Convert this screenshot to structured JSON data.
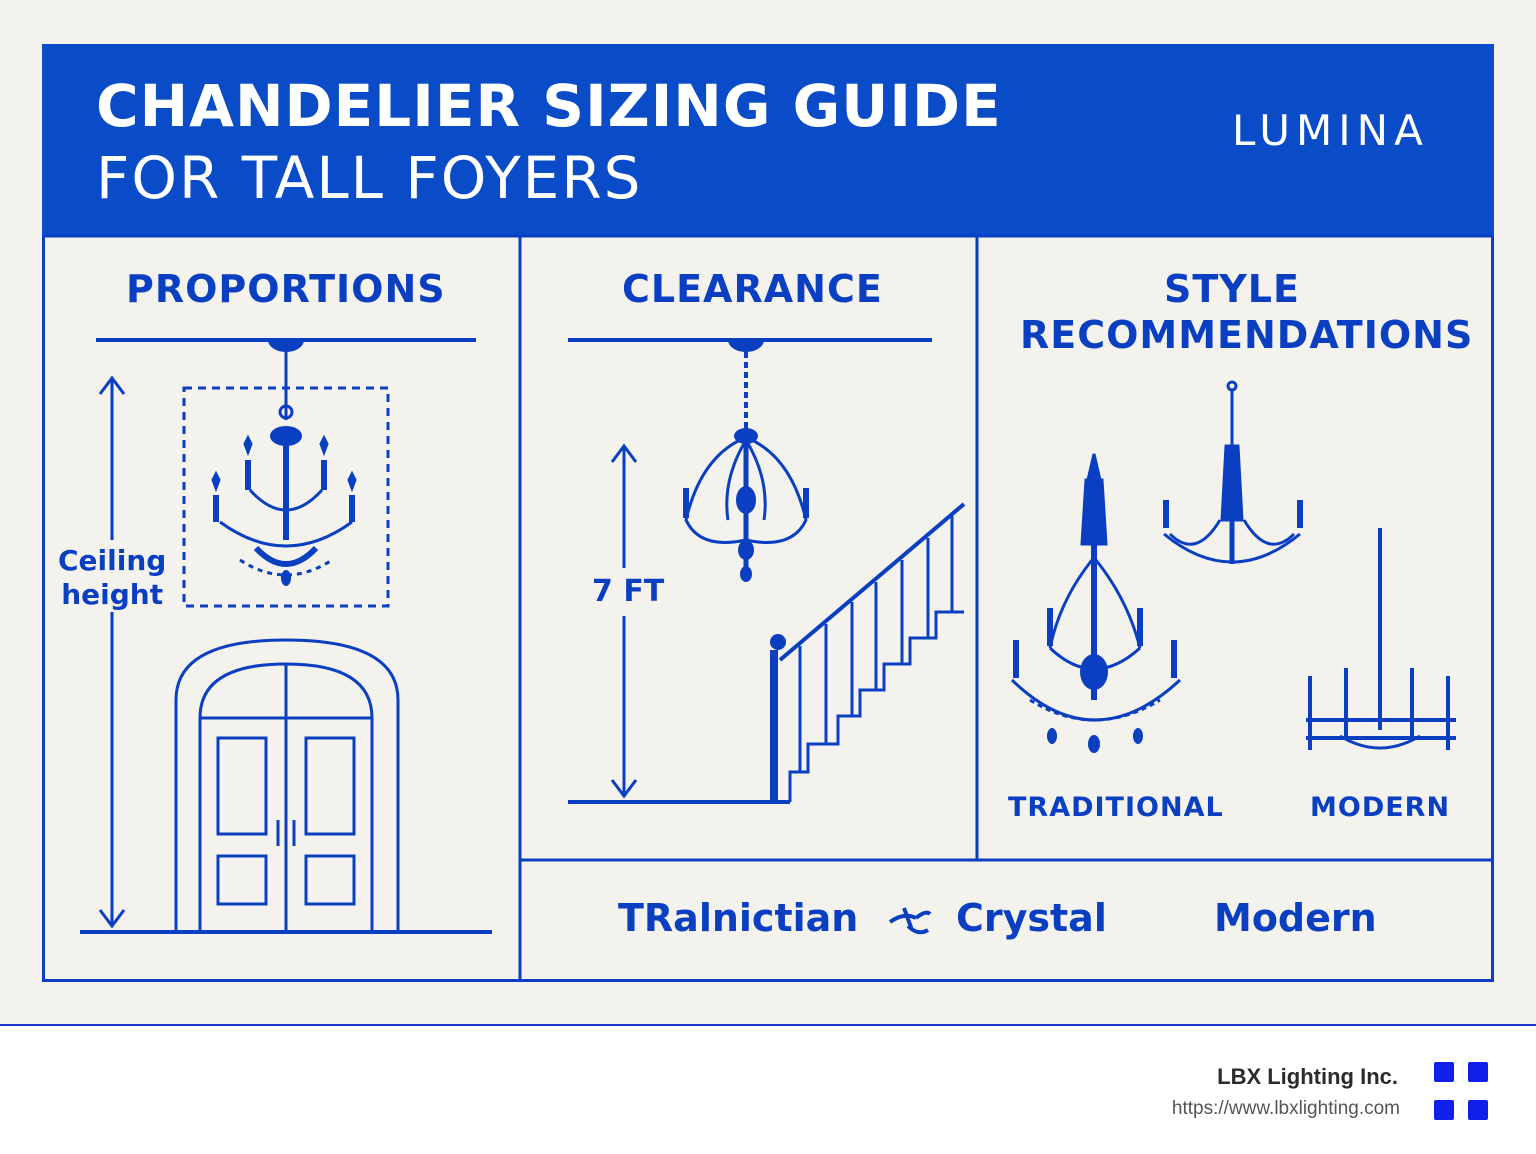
{
  "header": {
    "title_line1": "CHANDELIER SIZING GUIDE",
    "title_line2": "FOR TALL FOYERS",
    "brand": "LUMINA"
  },
  "panels": {
    "proportions": {
      "title": "PROPORTIONS",
      "ceiling_label_1": "Ceiling",
      "ceiling_label_2": "height"
    },
    "clearance": {
      "title": "CLEARANCE",
      "measure_label": "7 FT"
    },
    "style": {
      "title_1": "STYLE",
      "title_2": "RECOMMENDATIONS",
      "traditional": "TRADITIONAL",
      "modern": "MODERN"
    }
  },
  "bottom_strip": {
    "item1": "TRalnictian",
    "item2": "Crystal",
    "item3": "Modern"
  },
  "footer": {
    "company": "LBX Lighting Inc.",
    "url": "https://www.lbxlighting.com"
  },
  "colors": {
    "primary": "#0a4cc7",
    "line": "#0a3fc2",
    "background": "#f4f2ec",
    "logo": "#1020e8"
  }
}
